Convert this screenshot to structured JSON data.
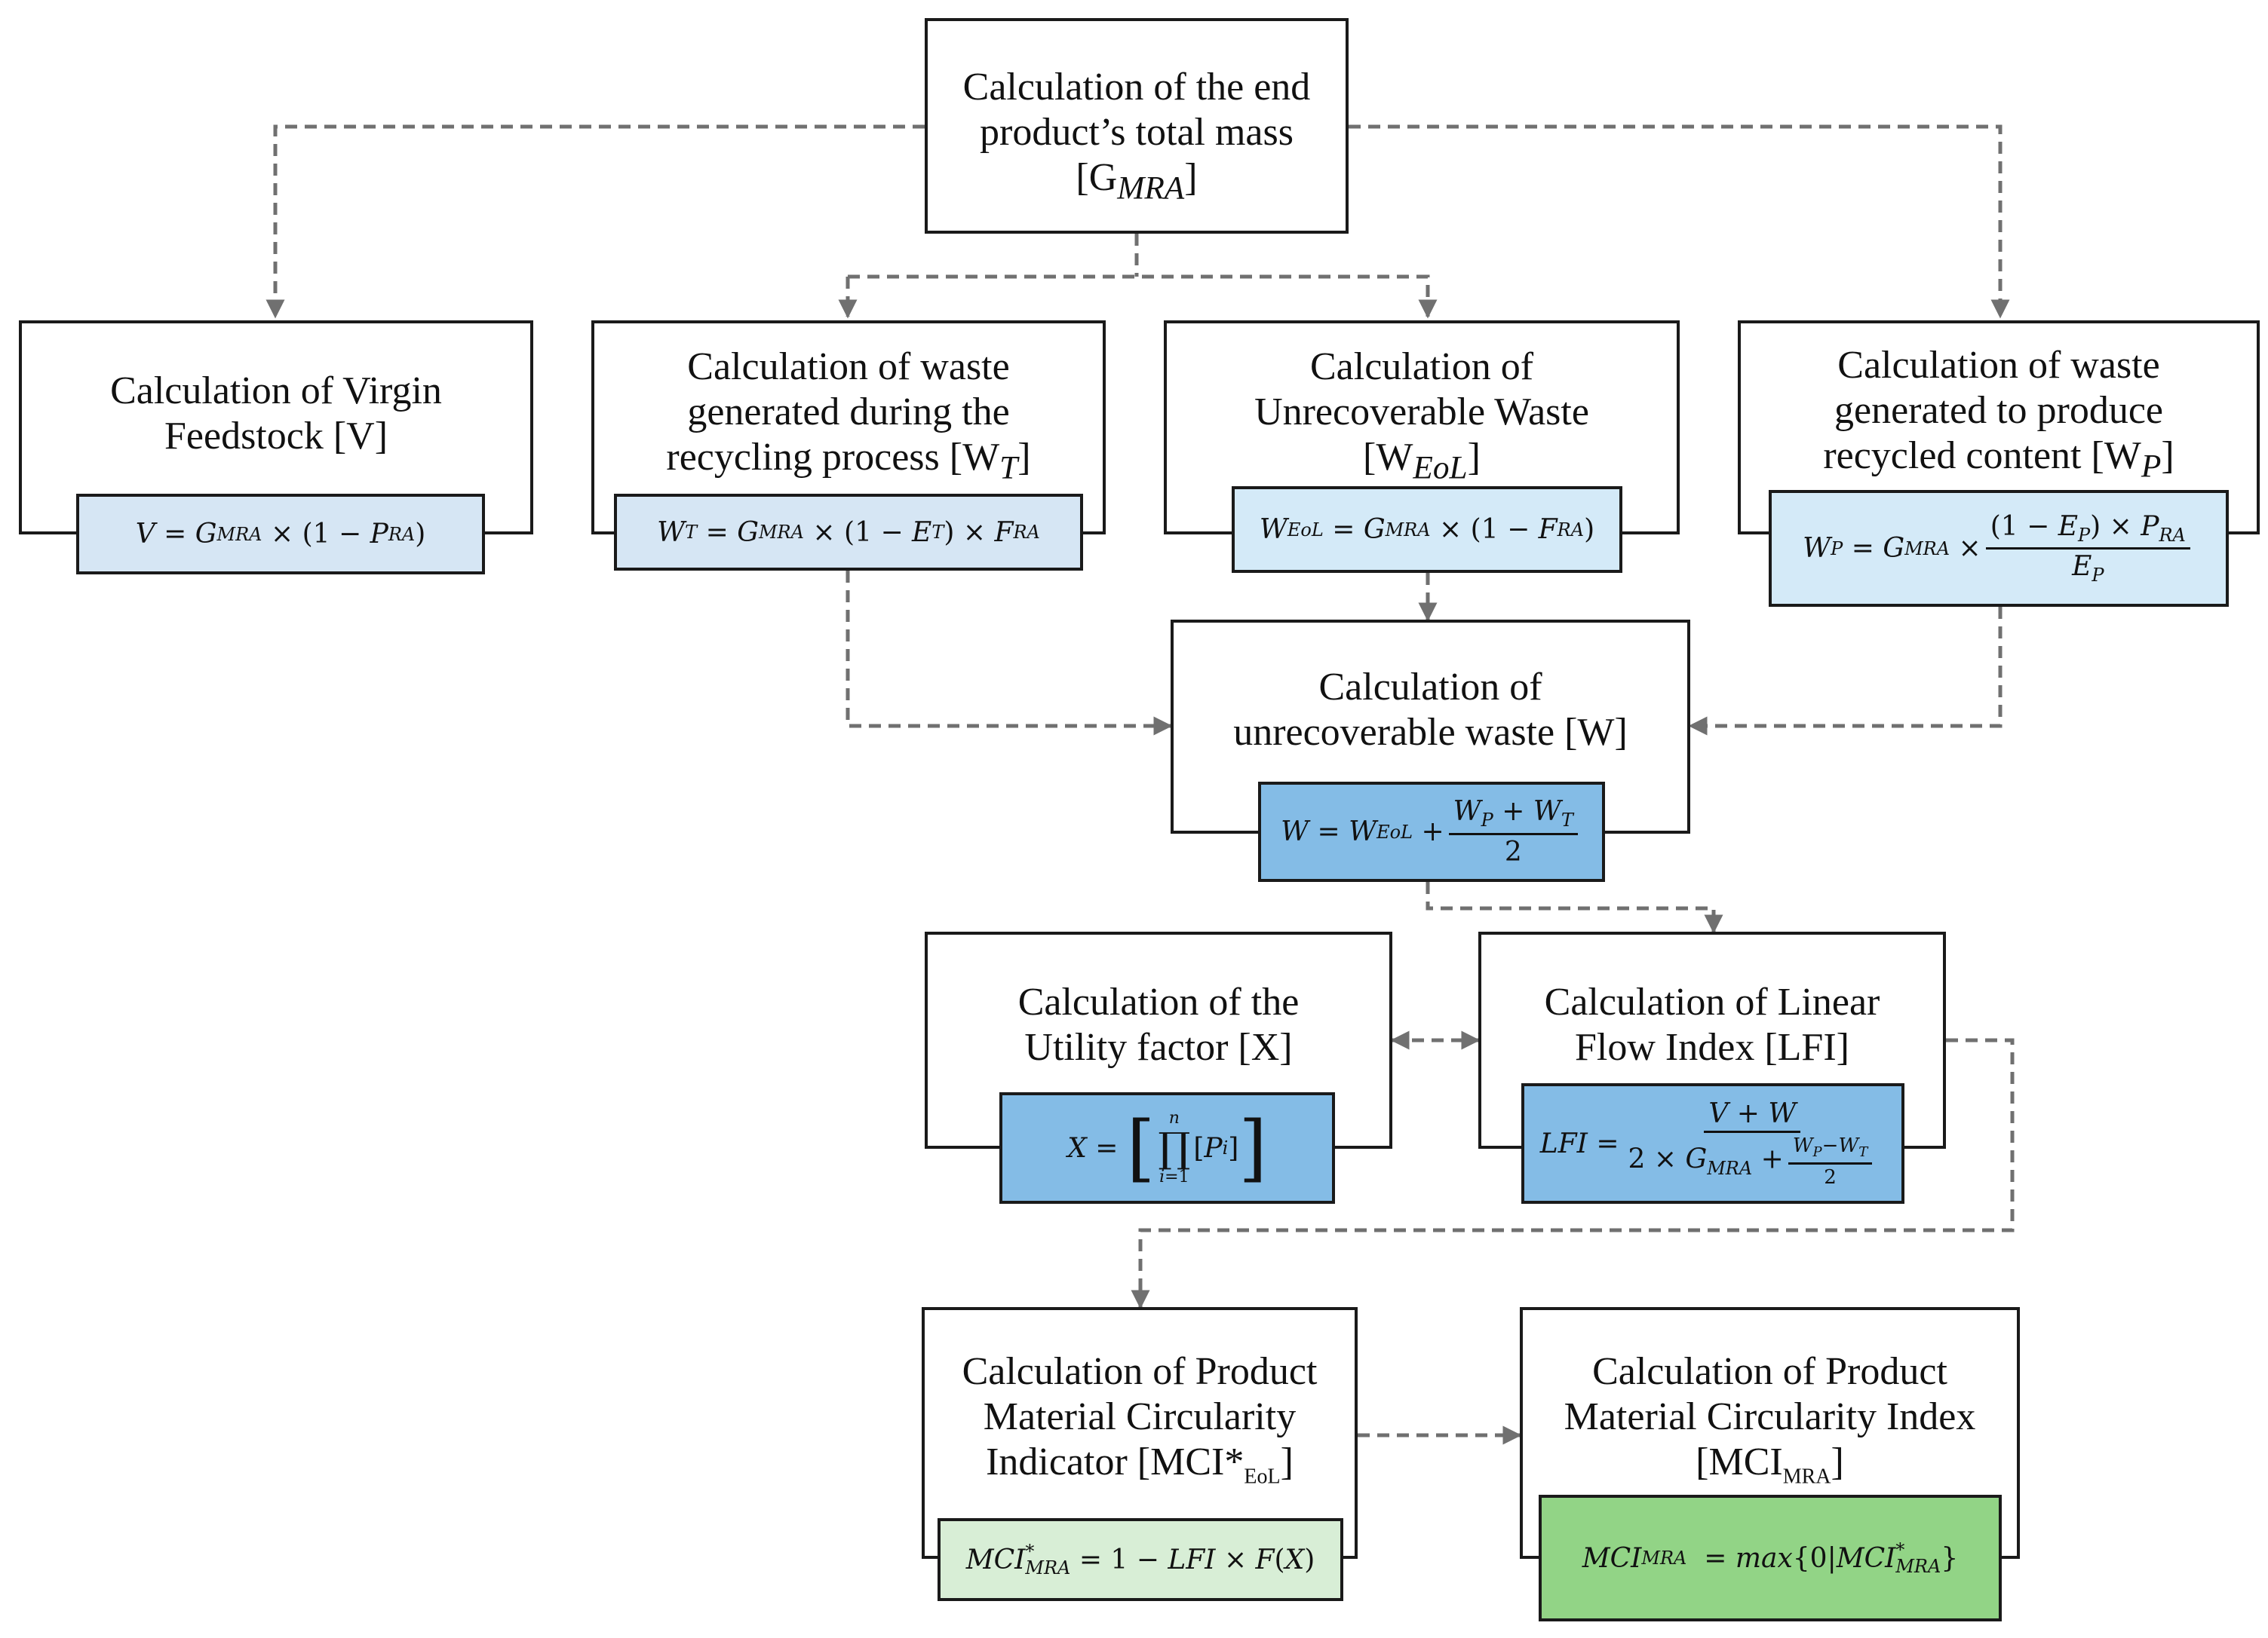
{
  "boxes": {
    "total_mass": {
      "line1": "Calculation of the end",
      "line2": "product’s total mass",
      "line3": "[G",
      "line3_sub": "MRA",
      "line3_end": "]"
    },
    "virgin": {
      "line1": "Calculation of Virgin",
      "line2": "Feedstock [V]"
    },
    "waste_recycling": {
      "line1": "Calculation of waste",
      "line2": "generated during the",
      "line3": "recycling process [W",
      "line3_sub": "T",
      "line3_end": "]"
    },
    "unrecoverable_eol": {
      "line1": "Calculation of",
      "line2": "Unrecoverable Waste",
      "line3": "[W",
      "line3_sub": "EoL",
      "line3_end": "]"
    },
    "waste_recycled_content": {
      "line1": "Calculation  of waste",
      "line2": "generated  to produce",
      "line3": "recycled  content  [W",
      "line3_sub": "P",
      "line3_end": "]"
    },
    "unrecoverable_total": {
      "line1": "Calculation of",
      "line2": "unrecoverable waste [W]"
    },
    "utility": {
      "line1": "Calculation of the",
      "line2": "Utility factor [X]"
    },
    "lfi": {
      "line1": "Calculation of Linear",
      "line2": "Flow Index [LFI]"
    },
    "mci_eol": {
      "line1": "Calculation of Product",
      "line2": "Material Circularity",
      "line3": "Indicator [MCI*",
      "line3_sub": "EoL",
      "line3_end": "]"
    },
    "mci_mra": {
      "line1": "Calculation of Product",
      "line2": "Material Circularity Index",
      "line3": "[MCI",
      "line3_sub": "MRA",
      "line3_end": "]"
    }
  },
  "formulas": {
    "virgin": "V = G_MRA × (1 − P_RA)",
    "waste_recycling": "W_T = G_MRA × (1 − E_T) × F_RA",
    "unrecoverable_eol": "W_EoL = G_MRA × (1 − F_RA)",
    "waste_recycled_content": "W_P = G_MRA × ((1 − E_P) × P_RA) / E_P",
    "unrecoverable_total": "W = W_EoL + (W_P + W_T) / 2",
    "utility": "X = [ ∏_{i=1}^{n} [P_i] ]",
    "lfi": "LFI = (V + W) / (2 × G_MRA + (W_P − W_T)/2)",
    "mci_eol": "MCI*_MRA = 1 − LFI × F(X)",
    "mci_mra": "MCI_MRA = max{0|MCI*_MRA}"
  },
  "colors": {
    "border": "#1a1a1a",
    "arrow": "#707070",
    "formula_light": "#d6e6f4",
    "formula_pale": "#d4eaf8",
    "formula_mid": "#84bce6",
    "formula_green_light": "#d8eed6",
    "formula_green": "#92d486"
  }
}
